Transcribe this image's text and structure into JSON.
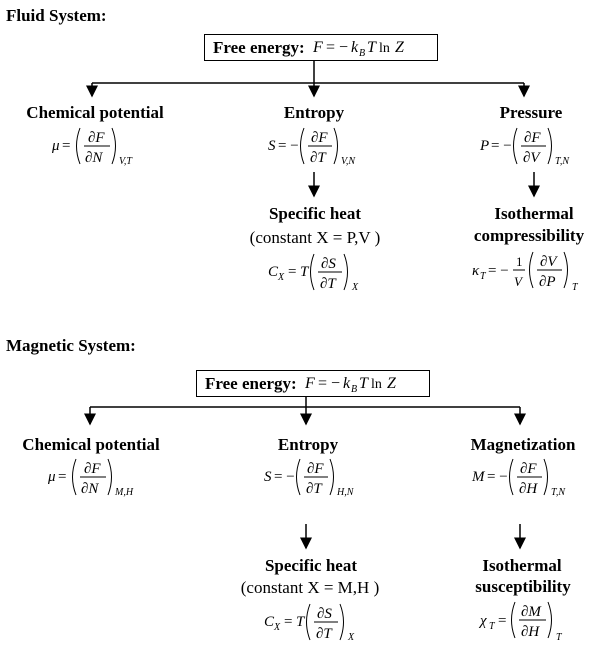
{
  "fluid": {
    "title": "Fluid System:",
    "free_energy_label": "Free energy:",
    "free_energy_formula": "F = −k_B T ln Z",
    "nodes": [
      {
        "heading": "Chemical potential",
        "formula": "μ = (∂F/∂N)_{V,T}"
      },
      {
        "heading": "Entropy",
        "formula": "S = −(∂F/∂T)_{V,N}"
      },
      {
        "heading": "Pressure",
        "formula": "P = −(∂F/∂V)_{T,N}"
      }
    ],
    "specific_heat": {
      "heading": "Specific heat",
      "condition": "(constant X = P,V )",
      "formula": "C_X = T(∂S/∂T)_X"
    },
    "compressibility": {
      "heading": "Isothermal",
      "heading2": "compressibility",
      "formula": "κ_T = −(1/V)(∂V/∂P)_T"
    }
  },
  "magnetic": {
    "title": "Magnetic System:",
    "free_energy_label": "Free energy:",
    "free_energy_formula": "F = −k_B T ln Z",
    "nodes": [
      {
        "heading": "Chemical potential",
        "formula": "μ = (∂F/∂N)_{M,H}"
      },
      {
        "heading": "Entropy",
        "formula": "S = −(∂F/∂T)_{H,N}"
      },
      {
        "heading": "Magnetization",
        "formula": "M = −(∂F/∂H)_{T,N}"
      }
    ],
    "specific_heat": {
      "heading": "Specific heat",
      "condition": "(constant X = M,H )",
      "formula": "C_X = T(∂S/∂T)_X"
    },
    "susceptibility": {
      "heading": "Isothermal",
      "heading2": "susceptibility",
      "formula": "χ_T = (∂M/∂H)_T"
    }
  }
}
